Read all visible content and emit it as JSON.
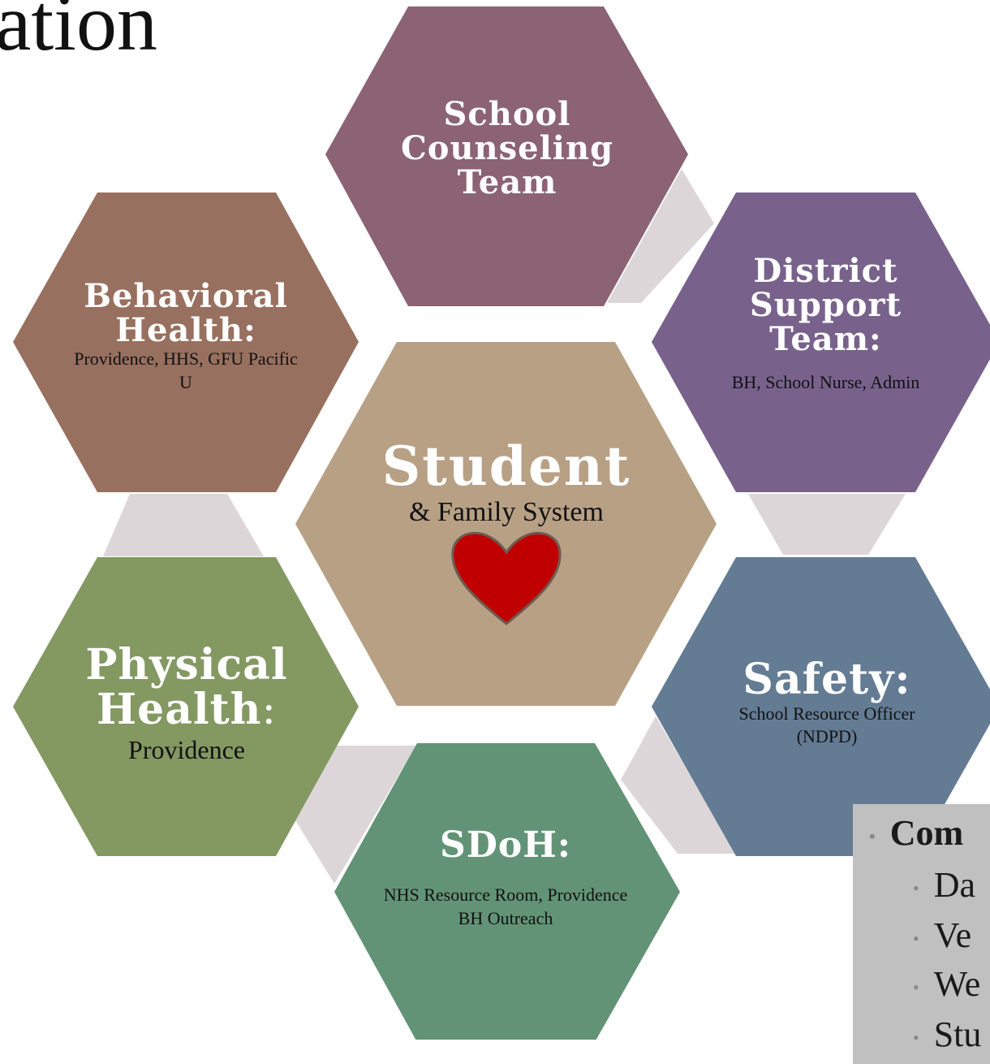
{
  "title_fragment": "ation",
  "nodes": {
    "counseling": {
      "title": "School Counseling Team",
      "color": "#8b6373"
    },
    "district": {
      "title": "District Support Team:",
      "subtitle": "BH, School Nurse, Admin",
      "color": "#78628c"
    },
    "behavioral": {
      "title": "Behavioral Health:",
      "subtitle": "Providence, HHS, GFU Pacific U",
      "color": "#98705f"
    },
    "student": {
      "title": "Student",
      "subtitle": "& Family System",
      "color": "#b8a085",
      "heart_color": "#c00000"
    },
    "physical": {
      "title": "Physical Health",
      "title_suffix": ":",
      "subtitle": "Providence",
      "color": "#849862"
    },
    "safety": {
      "title": "Safety:",
      "subtitle": "School Resource Officer (NDPD)",
      "color": "#637b93"
    },
    "sdoh": {
      "title": "SDoH:",
      "subtitle": "NHS Resource Room, Providence BH Outreach",
      "color": "#629376"
    }
  },
  "connector_color": "#dcd6d9",
  "communication": {
    "header": "Com",
    "items": [
      "Da",
      "Ve",
      "We",
      "Stu"
    ]
  }
}
